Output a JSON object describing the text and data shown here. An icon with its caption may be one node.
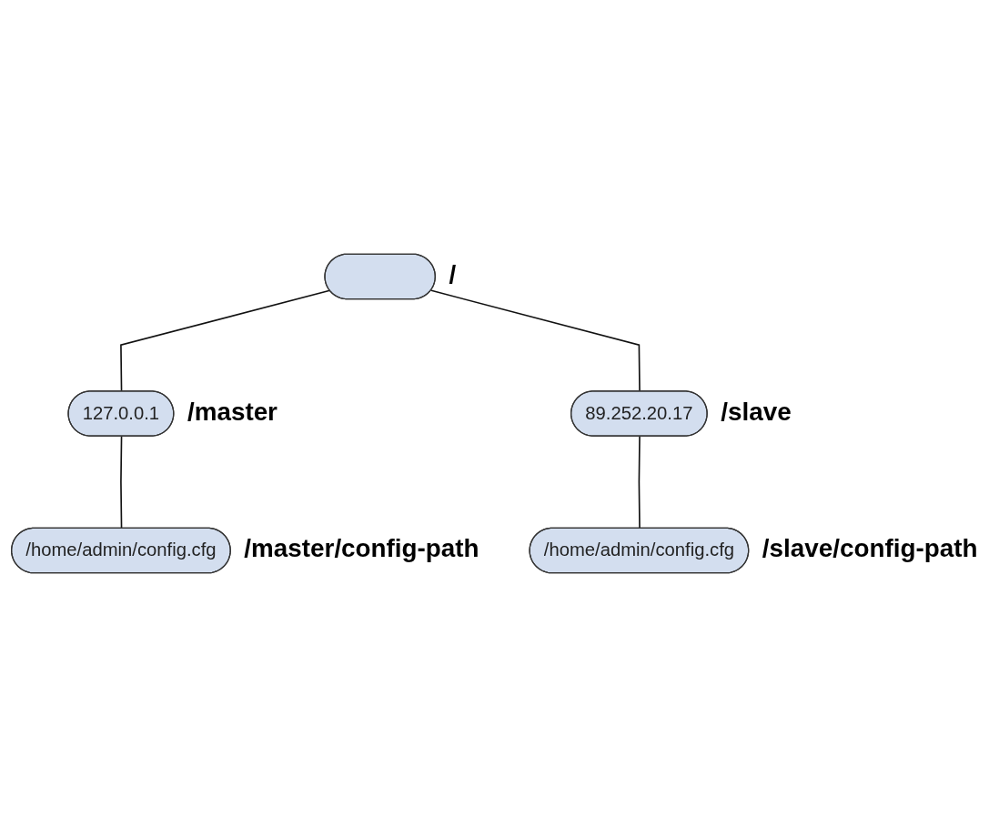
{
  "diagram": {
    "nodes": [
      {
        "text": [],
        "shape": "pill",
        "beside": [
          "/"
        ]
      },
      {
        "text": [
          "127.0.0.1"
        ],
        "beside": [
          "/master"
        ]
      },
      {
        "text": [
          "/home/admin/config.cfg"
        ],
        "beside": [
          "/master/config-path"
        ]
      },
      {
        "text": [
          "89.252.20.17"
        ],
        "beside": [
          "/slave"
        ]
      },
      {
        "text": [
          "/home/admin/config.cfg"
        ],
        "beside": [
          "/slave/config-path"
        ]
      }
    ],
    "edges": [
      {
        "from": 0,
        "to": 1,
        "arrow": "none"
      },
      {
        "from": 1,
        "to": 2,
        "arrow": "none"
      },
      {
        "from": 0,
        "to": 3,
        "arrow": "none"
      },
      {
        "from": 3,
        "to": 4,
        "arrow": "none"
      }
    ]
  }
}
